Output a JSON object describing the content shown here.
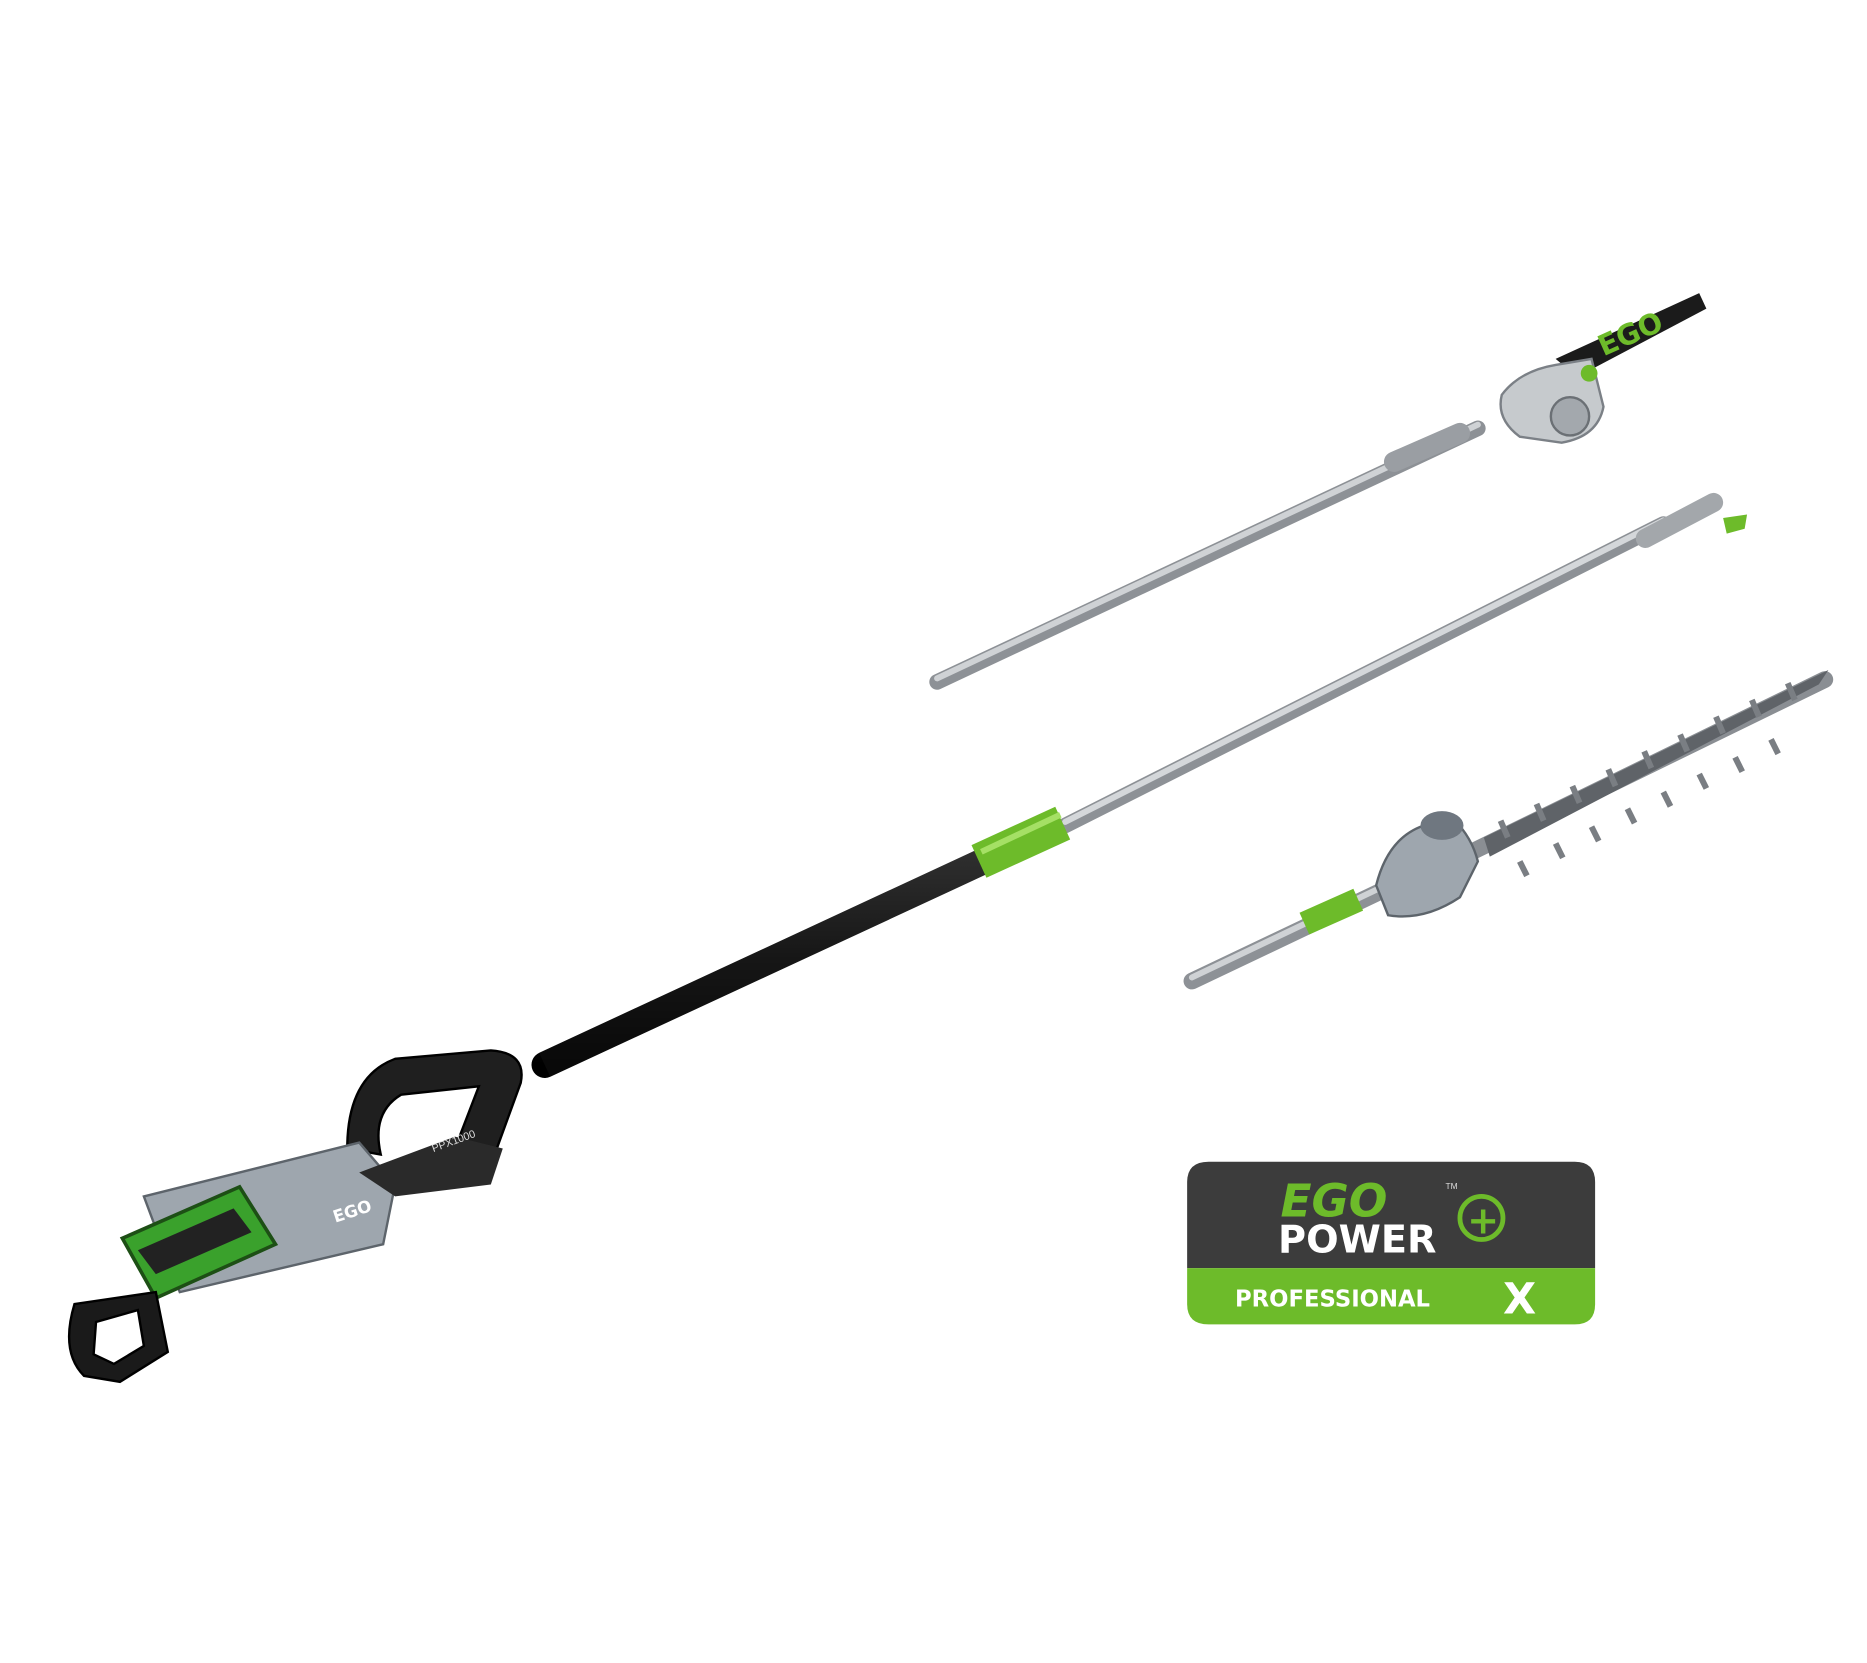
{
  "product": {
    "model_label": "PPX1000",
    "head_brand": "EGO",
    "chainsaw_bar_brand": "EGO"
  },
  "logo": {
    "brand": "EGO",
    "line2": "POWER",
    "plus_symbol": "+",
    "trademark": "TM",
    "line3": "PROFESSIONAL",
    "mark": "X"
  },
  "colors": {
    "brand_green": "#6dbb2a",
    "logo_dark": "#3c3c3c",
    "pole_black": "#1e1e1e",
    "aluminum": "#b9bcc0",
    "housing_grey": "#9ea6ae"
  }
}
